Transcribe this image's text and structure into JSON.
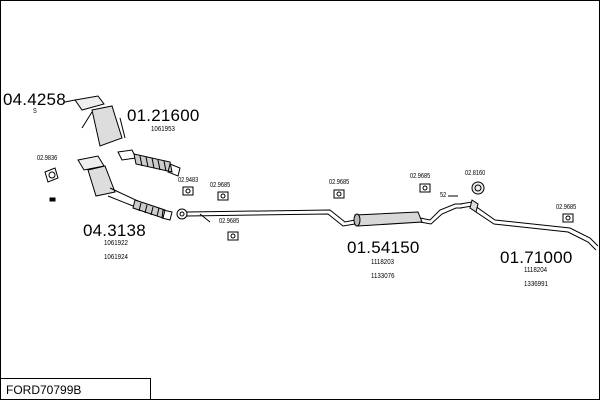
{
  "diagram": {
    "code": "FORD70799B",
    "parts": {
      "p1": {
        "number": "04.4258",
        "note": "S"
      },
      "p2": {
        "number": "01.21600",
        "oe": [
          "1061953"
        ]
      },
      "p3": {
        "number": "04.3138",
        "oe": [
          "1061922",
          "1061924"
        ]
      },
      "p4": {
        "number": "01.54150",
        "oe": [
          "1118203",
          "1133076"
        ]
      },
      "p5": {
        "number": "01.71000",
        "oe": [
          "1118204",
          "1336991"
        ]
      }
    },
    "fittings": {
      "f1": "02.9836",
      "f2": "02.9483",
      "f3": "02.9685",
      "f4": "02.9685",
      "f5": "02.9685",
      "f6": "02.9685",
      "f7": "02.8160",
      "f8": "02.9685",
      "clamp_size": "52"
    }
  }
}
